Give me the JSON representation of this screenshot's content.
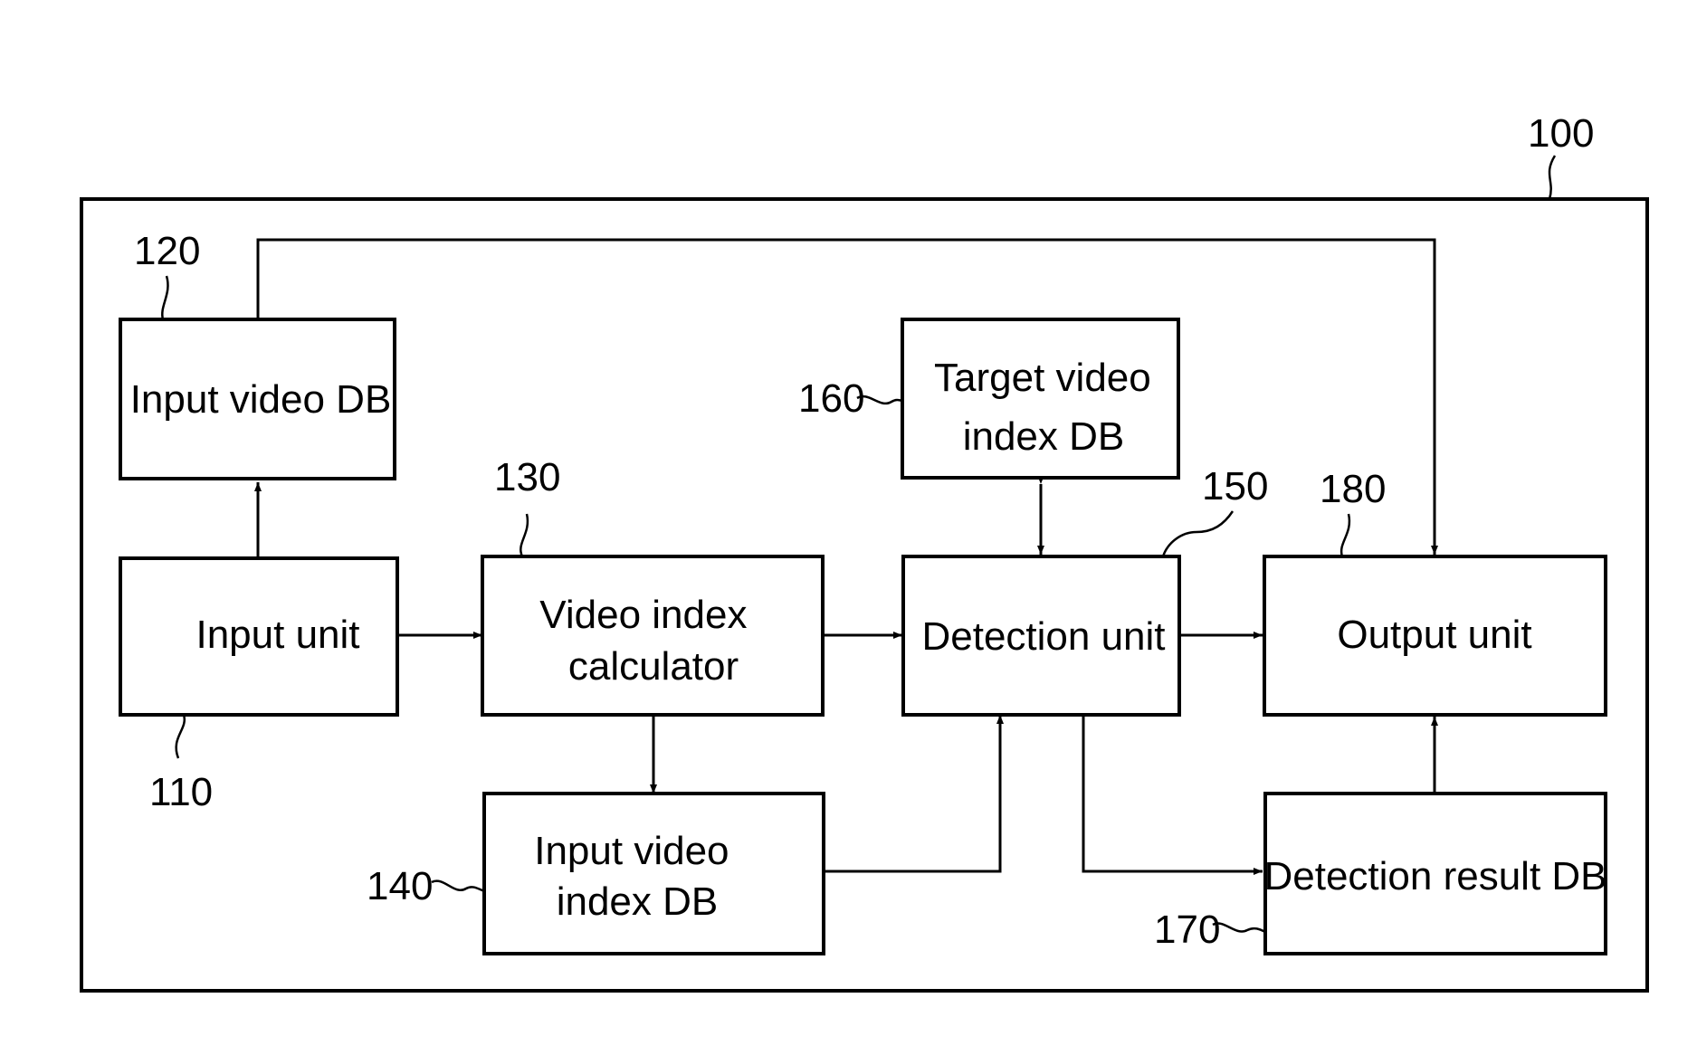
{
  "system": {
    "ref": "100"
  },
  "blocks": {
    "input_video_db": {
      "ref": "120",
      "lines": [
        "Input video DB"
      ]
    },
    "input_unit": {
      "ref": "110",
      "lines": [
        "Input unit"
      ]
    },
    "video_index_calculator": {
      "ref": "130",
      "lines": [
        "Video index",
        "calculator"
      ]
    },
    "input_video_index_db": {
      "ref": "140",
      "lines": [
        "Input video",
        "index DB"
      ]
    },
    "target_video_index_db": {
      "ref": "160",
      "lines": [
        "Target video",
        "index DB"
      ]
    },
    "detection_unit": {
      "ref": "150",
      "lines": [
        "Detection unit"
      ]
    },
    "output_unit": {
      "ref": "180",
      "lines": [
        "Output unit"
      ]
    },
    "detection_result_db": {
      "ref": "170",
      "lines": [
        "Detection result DB"
      ]
    }
  }
}
